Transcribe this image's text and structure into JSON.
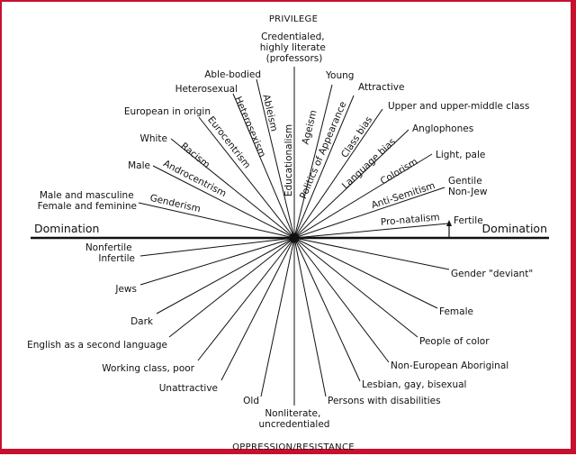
{
  "title_top": "PRIVILEGE",
  "title_bottom": "OPPRESSION/RESISTANCE",
  "axis_left": "Domination",
  "axis_right": "Domination",
  "ink_color": "#111111",
  "frame_color": "#c8102e",
  "privilege_labels": [
    [
      "Credentialed,",
      "highly literate",
      "(professors)"
    ],
    [
      "Young"
    ],
    [
      "Attractive"
    ],
    [
      "Upper and upper-middle class"
    ],
    [
      "Anglophones"
    ],
    [
      "Light, pale"
    ],
    [
      "Gentile",
      "Non-Jew"
    ],
    [
      "Fertile"
    ],
    [
      "Able-bodied"
    ],
    [
      "Heterosexual"
    ],
    [
      "European in origin"
    ],
    [
      "White"
    ],
    [
      "Male"
    ],
    [
      "Male and masculine",
      "Female and feminine"
    ]
  ],
  "bias_labels": [
    "Educationalism",
    "Ageism",
    "Politics of Appearance",
    "Class bias",
    "Language bias",
    "Colorism",
    "Anti-Semitism",
    "Pro-natalism",
    "Ableism",
    "Heterosexism",
    "Eurocentrism",
    "Racism",
    "Androcentrism",
    "Genderism"
  ],
  "oppression_labels": [
    [
      "Nonliterate,",
      "uncredentialed"
    ],
    [
      "Persons with disabilities"
    ],
    [
      "Lesbian, gay, bisexual"
    ],
    [
      "Non-European Aboriginal"
    ],
    [
      "People of color"
    ],
    [
      "Female"
    ],
    [
      "Gender \"deviant\""
    ],
    [
      "Old"
    ],
    [
      "Unattractive"
    ],
    [
      "Working class, poor"
    ],
    [
      "English as a second language"
    ],
    [
      "Dark"
    ],
    [
      "Jews"
    ],
    [
      "Nonfertile",
      "Infertile"
    ]
  ]
}
